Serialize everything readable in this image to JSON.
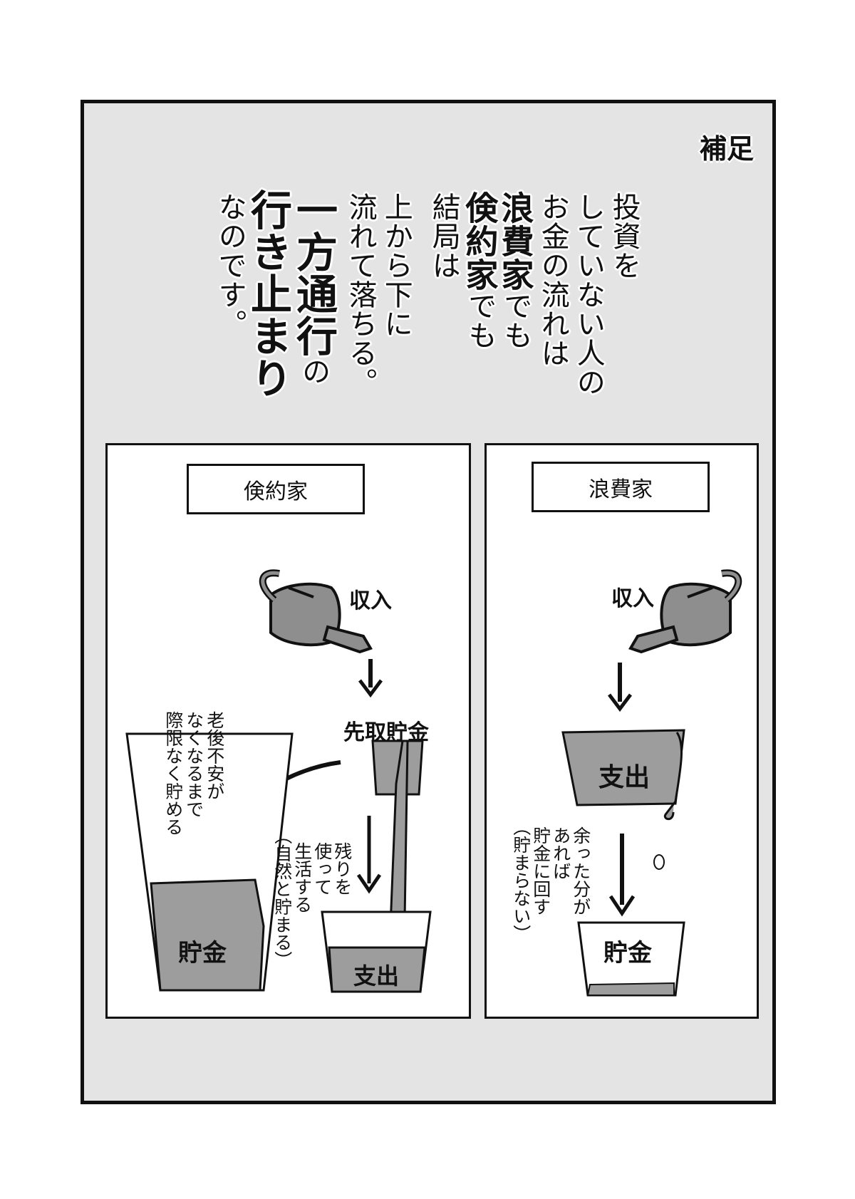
{
  "hosoku": "補足",
  "narration": {
    "col1": "投資を",
    "col2": "していない人の",
    "col3": "お金の流れは",
    "col4_bold": "浪費家",
    "col4_rest": "でも",
    "col5_bold": "倹約家",
    "col5_rest": "でも",
    "col6": "結局は",
    "col7": "上から下に",
    "col8": "流れて落ちる。",
    "col9_bold": "一方通行",
    "col9_rest": "の",
    "col10": "行き止まり",
    "col11": "なのです。"
  },
  "left_box": {
    "title": "倹約家",
    "income": "収入",
    "prepay": "先取貯金",
    "savings": "貯金",
    "expense": "支出",
    "note_savings": [
      "老後不安が",
      "なくなるまで",
      "際限なく貯める"
    ],
    "note_expense": [
      "残りを",
      "使って",
      "生活する",
      "（自然と貯まる）"
    ]
  },
  "right_box": {
    "title": "浪費家",
    "income": "収入",
    "expense": "支出",
    "savings": "貯金",
    "note": [
      "余った分が",
      "あれば",
      "貯金に回す",
      "（貯まらない）"
    ]
  }
}
